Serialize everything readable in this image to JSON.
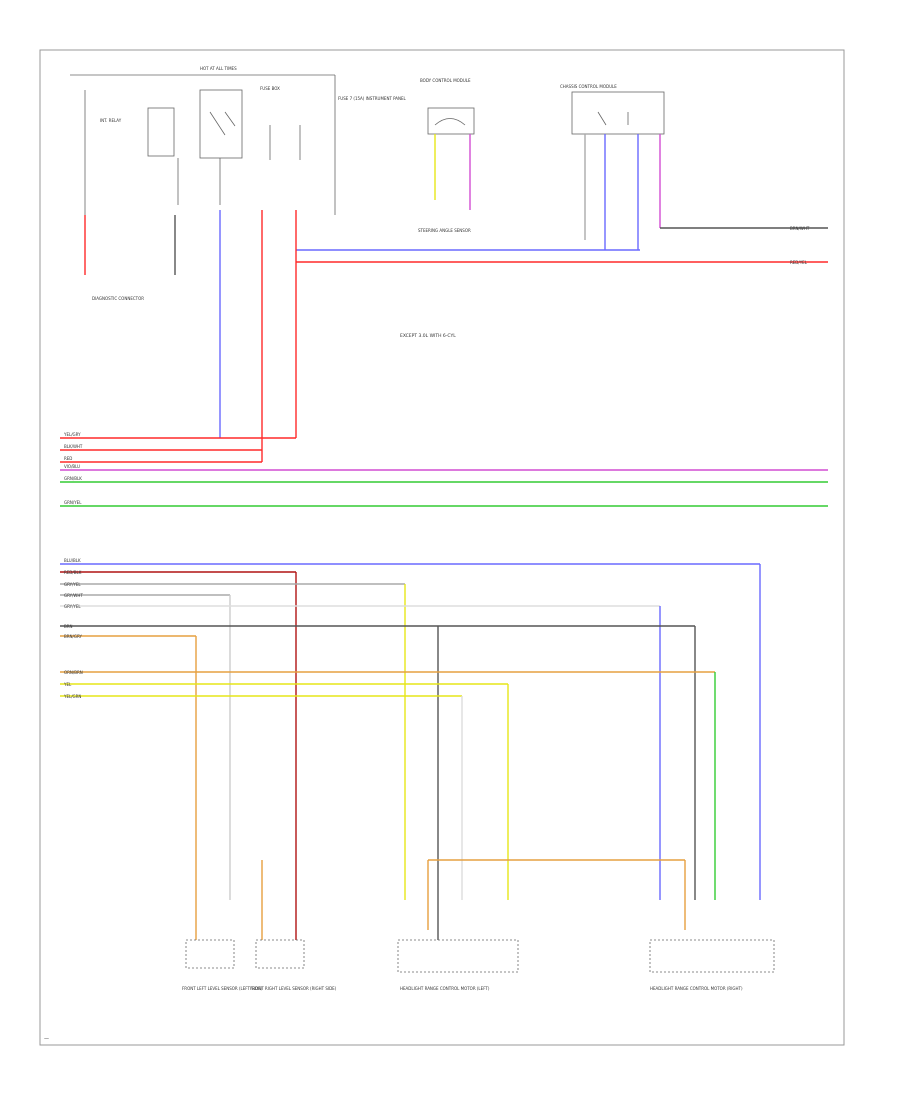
{
  "diagram": {
    "footer_code": "—",
    "center_note": "EXCEPT 3.0L WITH 6-CYL",
    "top_labels": {
      "hot_at_all_times": "HOT AT ALL TIMES",
      "fuse_box": "FUSE BOX",
      "diagnostic_conn": "DIAGNOSTIC CONNECTOR",
      "relay_label": "INT. RELAY",
      "body_ctrl": "BODY CONTROL MODULE",
      "steering_angle": "STEERING ANGLE SENSOR",
      "chassis_module": "CHASSIS CONTROL MODULE",
      "fuse_note": "FUSE 7 (15A) INSTRUMENT PANEL"
    },
    "right_labels": [
      "BRN/WHT",
      "RED/YEL"
    ],
    "left_bus_labels": [
      "YEL/GRY",
      "BLK/WHT",
      "RED",
      "VIO/BLU",
      "GRN/BLK",
      "GRN/YEL"
    ],
    "left_lower_labels": [
      "BLU/BLK",
      "RED/BLK",
      "GRY/YEL",
      "GRY/WHT",
      "GRY/YEL",
      "BRN",
      "BRN/GRY",
      "ORN/BRN",
      "YEL",
      "YEL/GRN"
    ],
    "components": {
      "c1": "FRONT LEFT LEVEL SENSOR (LEFT SIDE)",
      "c2": "FRONT RIGHT LEVEL SENSOR (RIGHT SIDE)",
      "c3": "HEADLIGHT RANGE CONTROL MOTOR (LEFT)",
      "c4": "HEADLIGHT RANGE CONTROL MOTOR (RIGHT)"
    },
    "colors": {
      "red": "#ff2a2a",
      "blue": "#6a6aff",
      "magenta": "#d24dd2",
      "green": "#33cc33",
      "yellow": "#e6e619",
      "orange": "#e6a040",
      "dark_red": "#b01414",
      "brown": "#8a7060",
      "gray": "#aaaaaa",
      "dark": "#333333"
    }
  }
}
